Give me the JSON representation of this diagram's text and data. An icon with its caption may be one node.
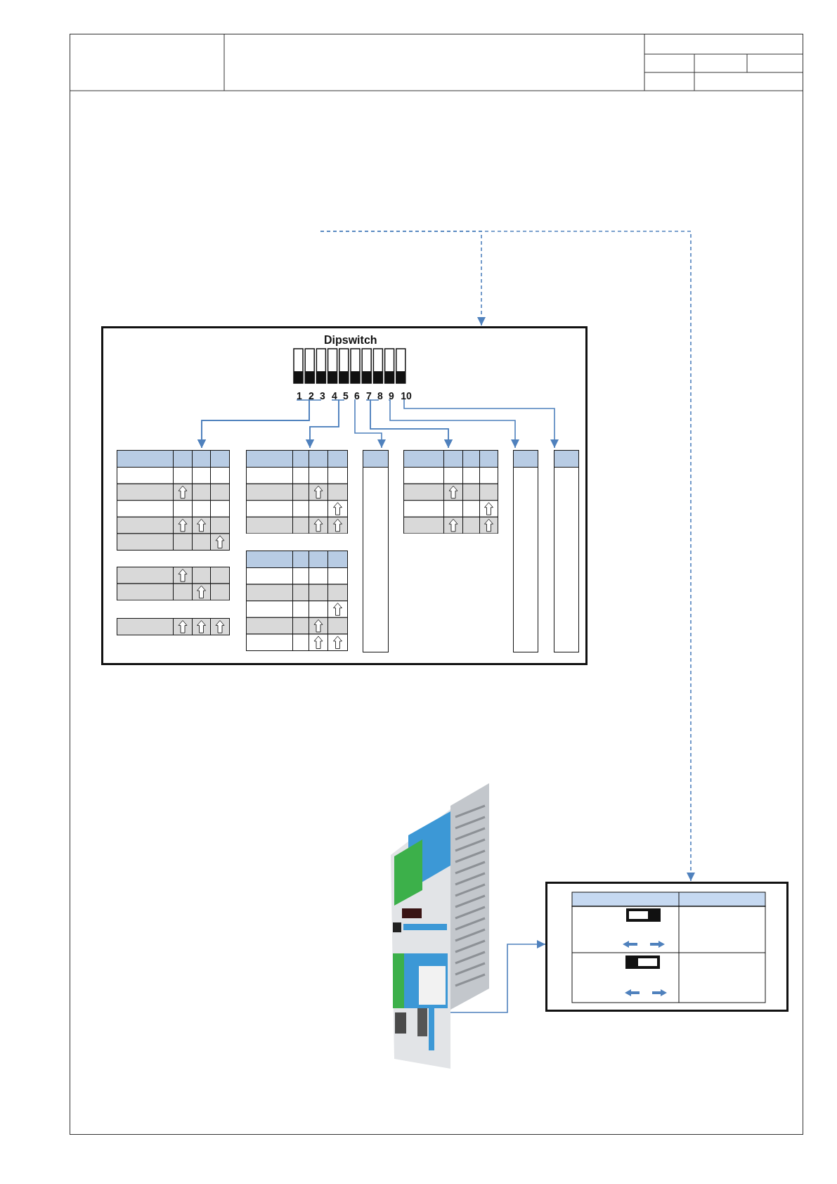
{
  "diagram": {
    "nodes": [
      {
        "text": [],
        "shape": "box"
      },
      {
        "text": [
          "Dipswitch"
        ],
        "in": 0
      },
      {
        "text": [
          "1"
        ],
        "in": 0
      },
      {
        "text": [
          "2"
        ],
        "in": 0
      },
      {
        "text": [
          "3"
        ],
        "in": 0
      },
      {
        "text": [
          "4"
        ],
        "in": 0
      },
      {
        "text": [
          "5"
        ],
        "in": 0
      },
      {
        "text": [
          "6"
        ],
        "in": 0
      },
      {
        "text": [
          "7"
        ],
        "in": 0
      },
      {
        "text": [
          "8"
        ],
        "in": 0
      },
      {
        "text": [
          "9"
        ],
        "in": 0
      },
      {
        "text": [
          "10"
        ],
        "in": 0
      },
      {
        "text": [],
        "shape": "table",
        "in": 0
      },
      {
        "text": [],
        "shape": "table",
        "in": 0
      },
      {
        "text": [],
        "shape": "table",
        "in": 0
      },
      {
        "text": [],
        "shape": "table",
        "in": 0
      },
      {
        "text": [],
        "shape": "table",
        "in": 0
      },
      {
        "text": [],
        "shape": "table",
        "in": 0
      },
      {
        "text": [],
        "shape": "table",
        "in": 0
      },
      {
        "text": [],
        "shape": "table",
        "in": 0
      },
      {
        "text": [],
        "shape": "table",
        "in": 0
      },
      {
        "text": [],
        "shape": "picture"
      },
      {
        "text": [],
        "shape": "box"
      }
    ],
    "edges": [
      {
        "from": null,
        "to": 0,
        "arrow": "to",
        "style": "dashed"
      },
      {
        "from": null,
        "to": 22,
        "arrow": "to",
        "style": "dashed"
      },
      {
        "from": 2,
        "to": 12,
        "arrow": "to"
      },
      {
        "from": 3,
        "to": 12,
        "arrow": "to"
      },
      {
        "from": 4,
        "to": 12,
        "arrow": "to"
      },
      {
        "from": 5,
        "to": 13,
        "arrow": "to"
      },
      {
        "from": 6,
        "to": 13,
        "arrow": "to"
      },
      {
        "from": 7,
        "to": 14,
        "arrow": "to"
      },
      {
        "from": 8,
        "to": 15,
        "arrow": "to"
      },
      {
        "from": 9,
        "to": 15,
        "arrow": "to"
      },
      {
        "from": 10,
        "to": 16,
        "arrow": "to"
      },
      {
        "from": 11,
        "to": 17,
        "arrow": "to"
      },
      {
        "from": 21,
        "to": 22,
        "arrow": "to"
      }
    ]
  }
}
